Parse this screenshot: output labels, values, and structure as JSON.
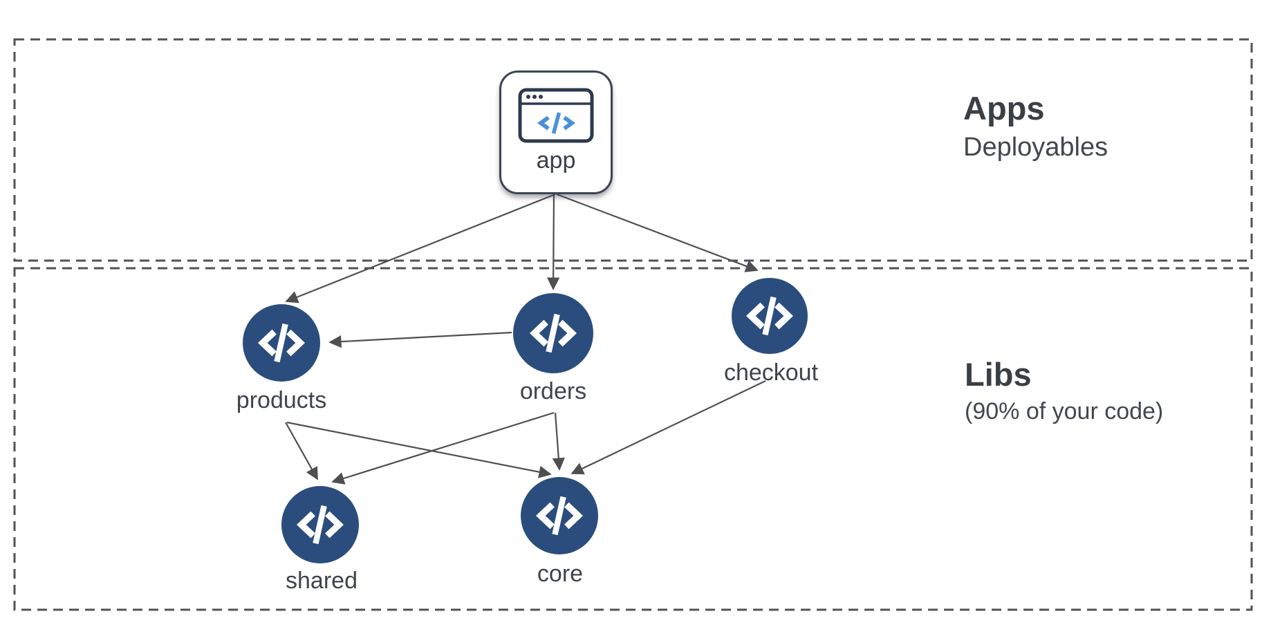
{
  "diagram": {
    "sections": {
      "apps": {
        "title": "Apps",
        "subtitle": "Deployables"
      },
      "libs": {
        "title": "Libs",
        "subtitle": "(90% of your code)"
      }
    },
    "nodes": {
      "app": {
        "label": "app",
        "kind": "application"
      },
      "products": {
        "label": "products",
        "kind": "library"
      },
      "orders": {
        "label": "orders",
        "kind": "library"
      },
      "checkout": {
        "label": "checkout",
        "kind": "library"
      },
      "shared": {
        "label": "shared",
        "kind": "library"
      },
      "core": {
        "label": "core",
        "kind": "library"
      }
    },
    "edges": [
      {
        "from": "app",
        "to": "products"
      },
      {
        "from": "app",
        "to": "orders"
      },
      {
        "from": "app",
        "to": "checkout"
      },
      {
        "from": "orders",
        "to": "products"
      },
      {
        "from": "products",
        "to": "shared"
      },
      {
        "from": "products",
        "to": "core"
      },
      {
        "from": "orders",
        "to": "shared"
      },
      {
        "from": "orders",
        "to": "core"
      },
      {
        "from": "checkout",
        "to": "core"
      }
    ],
    "colors": {
      "node_fill": "#2b4d7d",
      "node_glyph": "#ffffff",
      "edge": "#4f4f51",
      "section_border": "#515156",
      "label_text": "#3f4449",
      "heading_text": "#3a3f45",
      "app_code_accent": "#4a90d9",
      "app_border": "#3d4454"
    }
  }
}
